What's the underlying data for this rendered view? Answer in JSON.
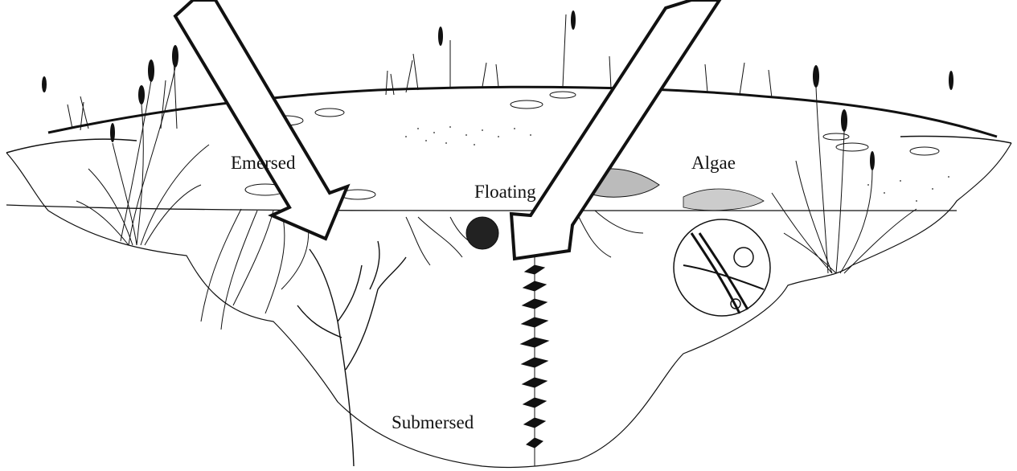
{
  "diagram": {
    "labels": {
      "emersed": "Emersed",
      "floating": "Floating",
      "algae": "Algae",
      "submersed": "Submersed"
    },
    "colors": {
      "ink": "#111111",
      "background": "#ffffff",
      "arrow_fill": "#ffffff"
    },
    "icons": [
      "cattail-icon",
      "grass-tuft-icon",
      "lily-pad-icon",
      "duckweed-icon",
      "coontail-icon",
      "elodea-icon",
      "algae-magnifier-icon",
      "arrow-down-icon"
    ]
  }
}
